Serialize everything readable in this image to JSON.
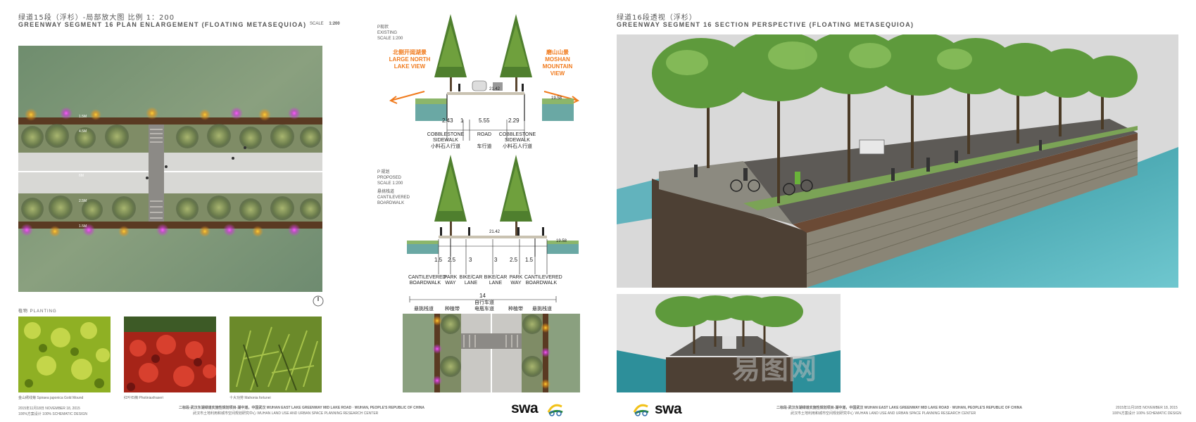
{
  "left_panel": {
    "title_cn": "绿道15段（浮杉）-局部放大图 比例 1：200",
    "title_en": "GREENWAY SEGMENT 16 PLAN ENLARGEMENT (FLOATING METASEQUIOA)",
    "scale_label": "SCALE",
    "scale_value": "1:200",
    "plan_dims": [
      "1.5M",
      "4.5M",
      "6M",
      "2.5M",
      "1.5M"
    ],
    "planting_label": "植物 PLANTING",
    "plants": [
      {
        "caption": "金山绣线菊 Spiraea japonica Gold Mound"
      },
      {
        "caption": "红叶石楠 Photiniaxfraseri"
      },
      {
        "caption": "十大功劳 Mahonia fortunei"
      }
    ],
    "footer_date": "2015年11月18日 NOVEMBER 18, 2015",
    "footer_phase": "100%方案设计 100% SCHEMATIC DESIGN"
  },
  "middle_panel": {
    "existing": {
      "label_cn": "P现状",
      "label_en": "EXISTING",
      "scale": "SCALE 1:200"
    },
    "left_view": {
      "cn": "北侧开阔湖景",
      "en": "LARGE NORTH LAKE VIEW"
    },
    "right_view": {
      "cn": "磨山山景",
      "en": "MOSHAN MOUNTAIN VIEW"
    },
    "existing_elev_road": "21.42",
    "existing_elev_water": "19.58",
    "existing_dims": [
      "2.43",
      "1",
      "5.55",
      "2.29"
    ],
    "existing_lanes": [
      {
        "en": "COBBLESTONE SIDEWALK",
        "cn": "小料石人行道"
      },
      {
        "en": "ROAD",
        "cn": "车行道"
      },
      {
        "en": "COBBLESTONE SIDEWALK",
        "cn": "小料石人行道"
      }
    ],
    "proposed": {
      "label_cn": "P 规划",
      "label_en": "PROPOSED",
      "scale": "SCALE 1:200",
      "sub_cn": "悬挑栈道",
      "sub_en": "CANTILEVERED BOARDWALK"
    },
    "proposed_elev_road": "21.42",
    "proposed_elev_water": "19.58",
    "proposed_dims": [
      "1.5",
      "2.5",
      "3",
      "3",
      "2.5",
      "1.5"
    ],
    "proposed_total": "14",
    "proposed_lanes": [
      {
        "en": "CANTILEVERED BOARDWALK"
      },
      {
        "en": "PARK WAY"
      },
      {
        "en": "BIKE/CAR LANE"
      },
      {
        "en": "BIKE/CAR LANE"
      },
      {
        "en": "PARK WAY"
      },
      {
        "en": "CANTILEVERED BOARDWALK"
      }
    ],
    "proposed_cn_row1": "自行车道",
    "proposed_cn_row2": [
      "悬挑栈道",
      "种植带",
      "电瓶车道",
      "种植带",
      "悬挑栈道"
    ],
    "brand": "swa"
  },
  "right_panel": {
    "title_cn": "绿道16段透视（浮杉）",
    "title_en": "GREENWAY SEGMENT 16 SECTION PERSPECTIVE (FLOATING METASEQUIOA)",
    "brand": "swa",
    "footer_date": "2015年11月18日 NOVEMBER 18, 2015",
    "footer_phase": "100%方案设计 100% SCHEMATIC DESIGN"
  },
  "footer_project": {
    "line1": "二标段-武汉东湖绿道实施性规划项目-湖中道，中国武汉  WUHAN EAST LAKE GREENWAY MID LAKE ROAD  ·  WUHAN, PEOPLE'S REPUBLIC OF CHINA",
    "line2": "武汉市土地利用和城市空间规划研究中心  WUHAN LAND USE AND URBAN SPACE PLANNING RESEARCH CENTER"
  },
  "watermark": "易图网"
}
